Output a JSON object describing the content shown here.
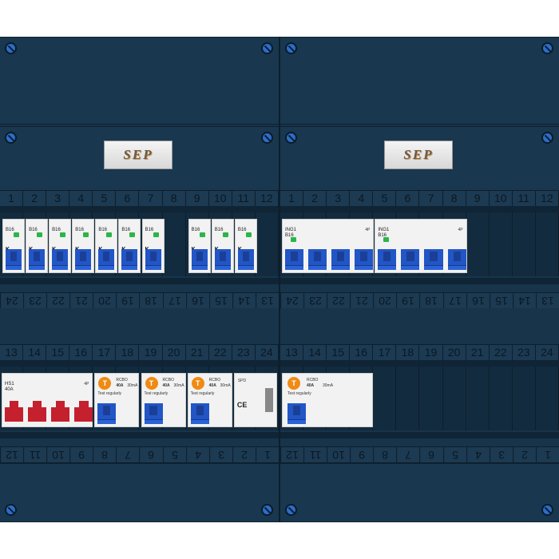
{
  "brand": "SEP",
  "top_numbers": [
    "1",
    "2",
    "3",
    "4",
    "5",
    "6",
    "7",
    "8",
    "9",
    "10",
    "11",
    "12"
  ],
  "row1_bottom_numbers": [
    "24",
    "23",
    "22",
    "21",
    "20",
    "19",
    "18",
    "17",
    "16",
    "15",
    "14",
    "13"
  ],
  "row2_top_numbers": [
    "13",
    "14",
    "15",
    "16",
    "17",
    "18",
    "19",
    "20",
    "21",
    "22",
    "23",
    "24"
  ],
  "row2_bottom_numbers": [
    "12",
    "11",
    "10",
    "9",
    "8",
    "7",
    "6",
    "5",
    "4",
    "3",
    "2",
    "1"
  ],
  "colors": {
    "board": "#17344a",
    "blue_lever": "#2256c6",
    "red_lever": "#c4202e",
    "rcbo_badge": "#f08a13",
    "led": "#2bb54a"
  },
  "left": {
    "row1_mcbs": [
      "B16",
      "B16",
      "B16",
      "B16",
      "B16",
      "B16",
      "B16",
      "B16",
      "B16",
      "B16"
    ],
    "row2_main_switch": {
      "label": "HS1",
      "rating": "40A",
      "poles": "4P"
    },
    "row2_rcbos": [
      {
        "badge": "T",
        "name": "RCBO",
        "rating": "40A",
        "sensitivity": "30mA",
        "test": "Test regularly"
      },
      {
        "badge": "T",
        "name": "RCBO",
        "rating": "40A",
        "sensitivity": "30mA",
        "test": "Test regularly"
      },
      {
        "badge": "T",
        "name": "RCBO",
        "rating": "40A",
        "sensitivity": "30mA",
        "test": "Test regularly"
      }
    ],
    "row2_spd": {
      "label": "SPD",
      "mark": "CE"
    }
  },
  "right": {
    "row1_rcd_groups": [
      {
        "label": "ING1",
        "rating": "B16",
        "poles": "4P"
      },
      {
        "label": "ING1",
        "rating": "B16",
        "poles": "4P"
      }
    ],
    "row2_rcbo": {
      "badge": "T",
      "name": "RCBO",
      "rating": "40A",
      "sensitivity": "30mA",
      "test": "Test regularly"
    }
  }
}
